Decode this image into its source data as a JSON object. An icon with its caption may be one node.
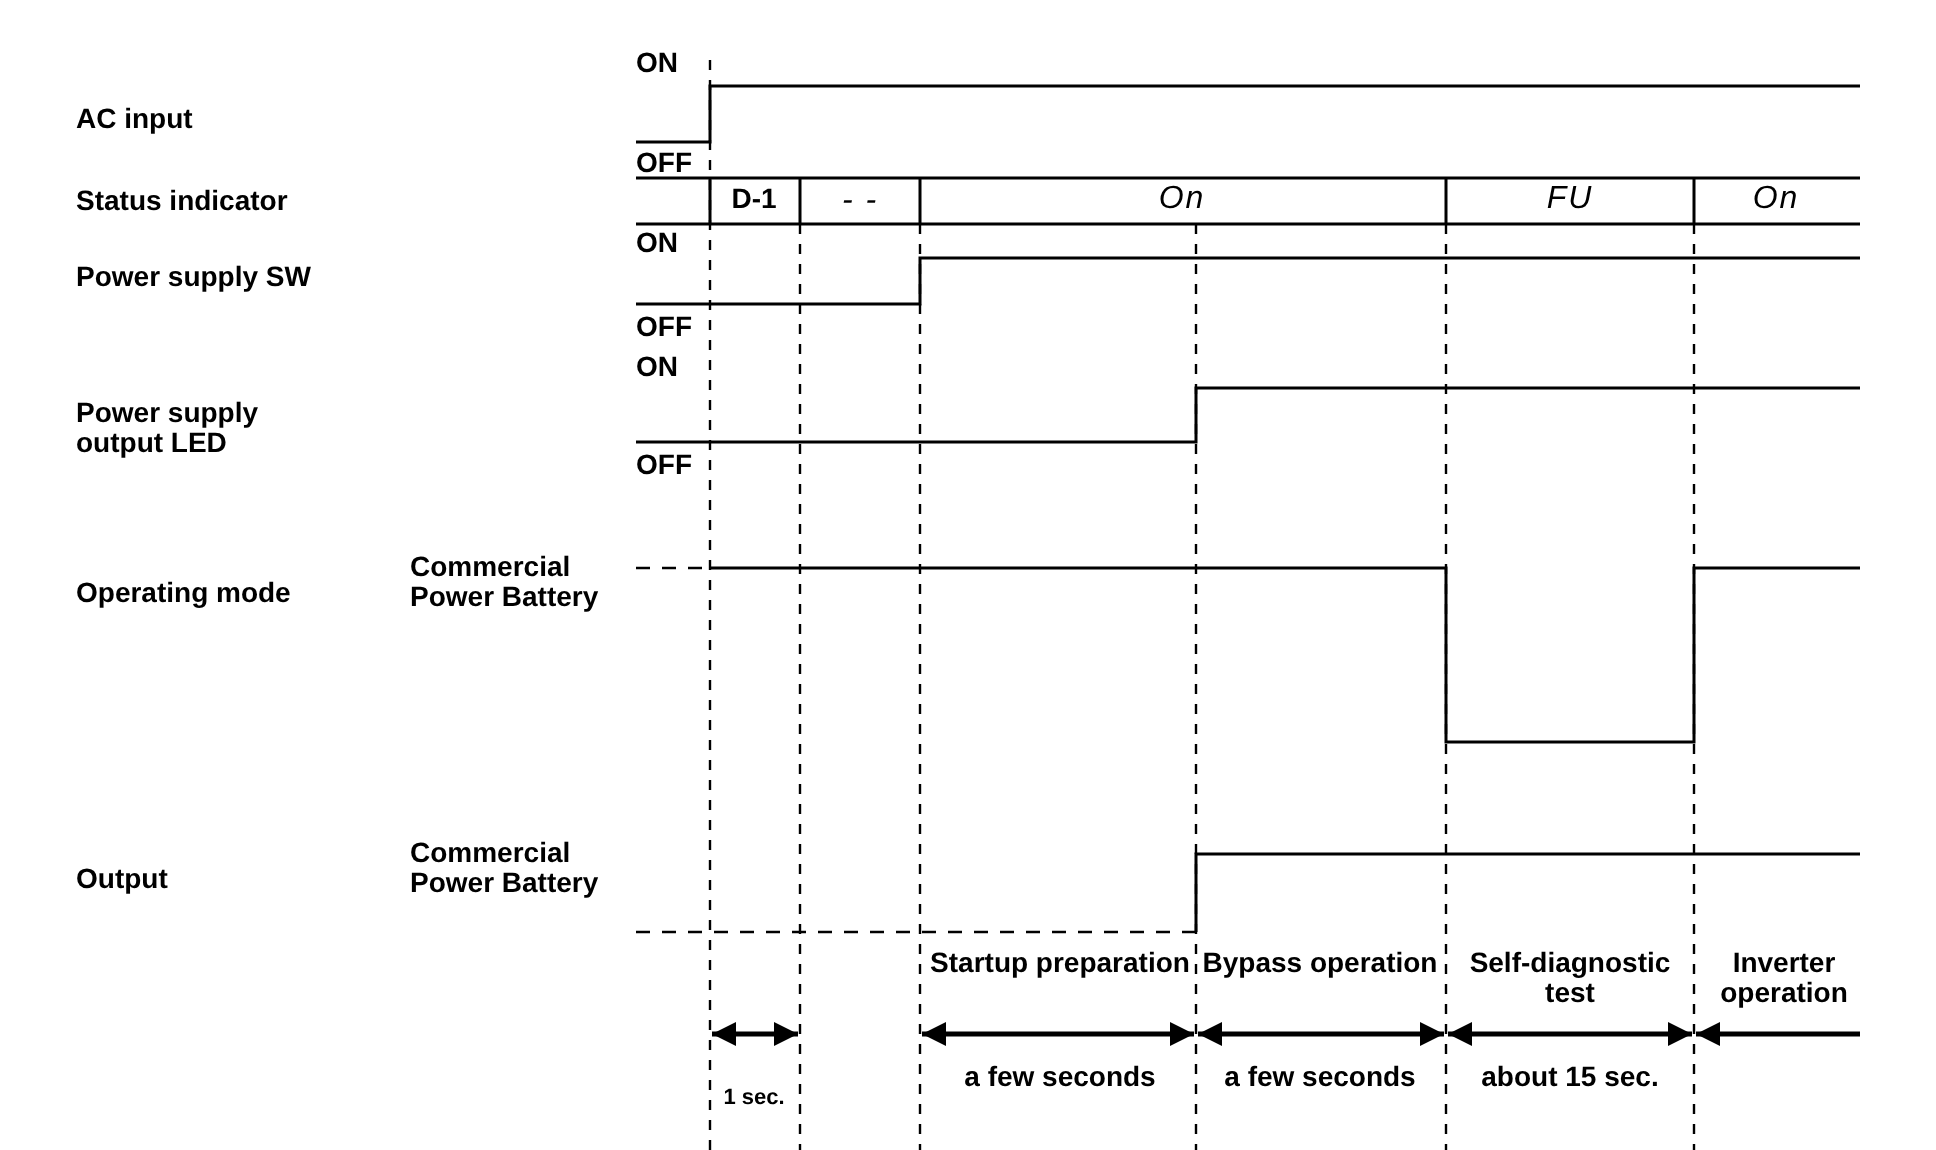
{
  "diagram": {
    "labels": [
      "ON",
      "AC input",
      "OFF",
      "Status indicator",
      "D-1",
      "- -",
      "On",
      "FU",
      "On",
      "ON",
      "Power supply SW",
      "OFF",
      "ON",
      "Power supply output LED",
      "OFF",
      "Operating mode",
      "Commercial Power Battery",
      "Output",
      "Commercial Power Battery",
      "Startup preparation",
      "Bypass operation",
      "Self-diagnostic test",
      "Inverter operation",
      "1 sec.",
      "a few seconds",
      "a few seconds",
      "about 15 sec."
    ]
  }
}
